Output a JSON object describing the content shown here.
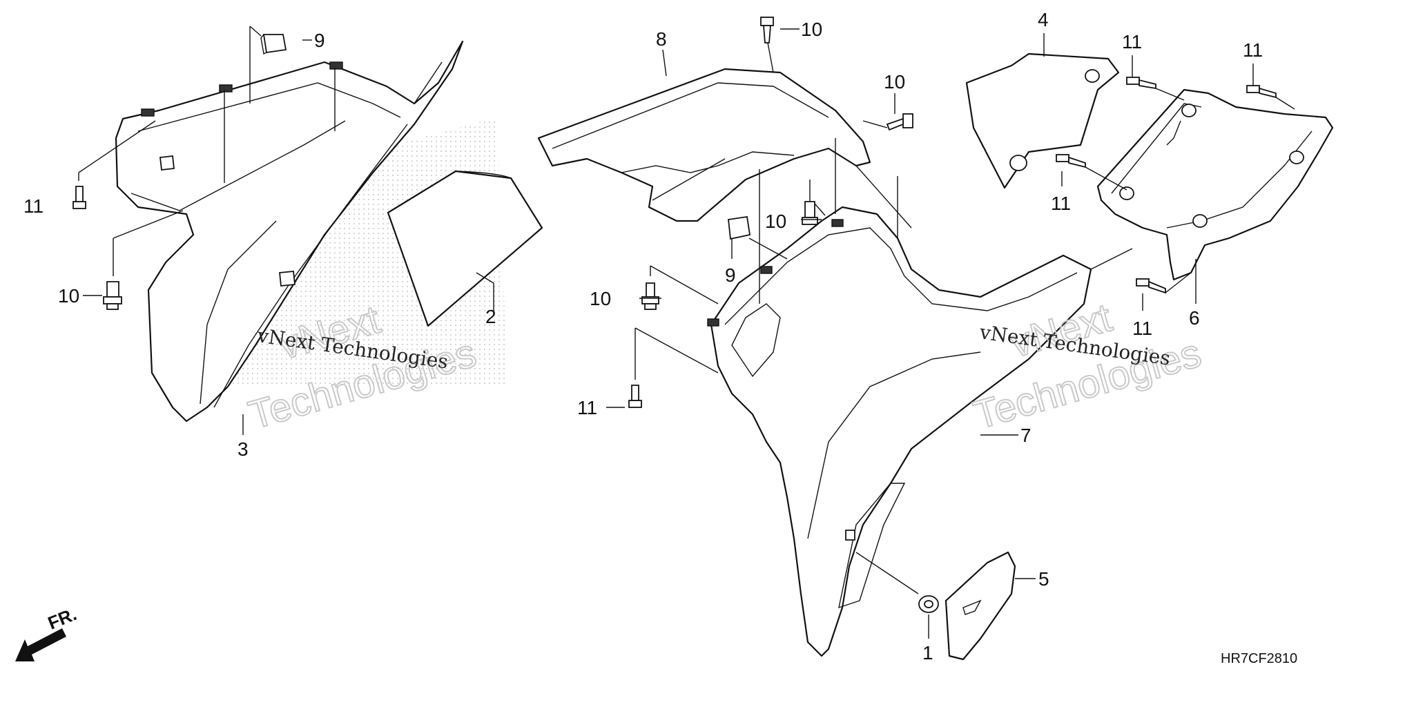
{
  "callouts": {
    "c1": "1",
    "c2": "2",
    "c3": "3",
    "c4": "4",
    "c5": "5",
    "c6": "6",
    "c7": "7",
    "c8": "8",
    "c9a": "9",
    "c9b": "9",
    "c10a": "10",
    "c10b": "10",
    "c10c": "10",
    "c10d": "10",
    "c10e": "10",
    "c11a": "11",
    "c11b": "11",
    "c11c": "11",
    "c11d": "11",
    "c11e": "11",
    "c11f": "11"
  },
  "watermark": {
    "company_small": "vNext Technologies",
    "brand_line1": "vNext",
    "brand_line2": "Technologies"
  },
  "direction": {
    "label": "FR."
  },
  "diagram_code": "HR7CF2810"
}
